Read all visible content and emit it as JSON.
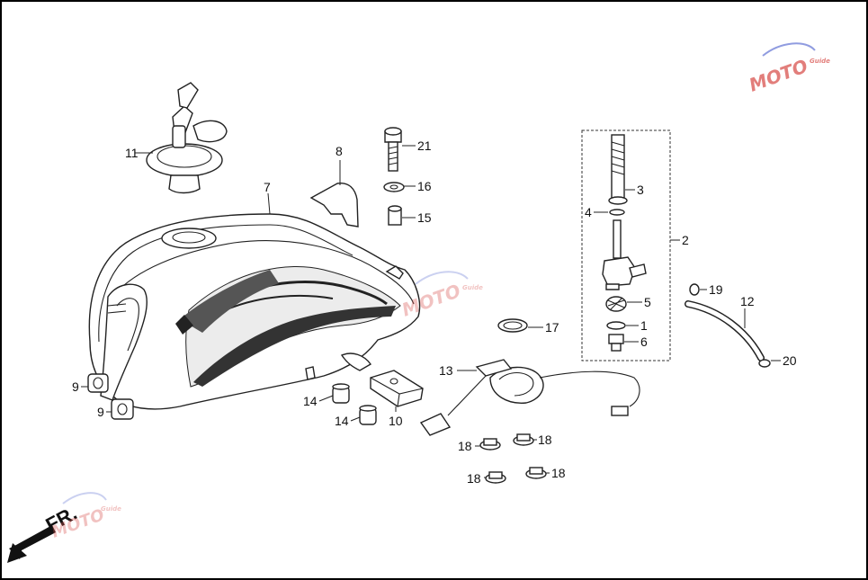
{
  "diagram": {
    "front_indicator": "FR.",
    "watermark": {
      "text": "MOTO",
      "subtext": "Guide"
    },
    "callouts": [
      {
        "id": "c1",
        "label": "1"
      },
      {
        "id": "c2",
        "label": "2"
      },
      {
        "id": "c3",
        "label": "3"
      },
      {
        "id": "c4",
        "label": "4"
      },
      {
        "id": "c5",
        "label": "5"
      },
      {
        "id": "c6",
        "label": "6"
      },
      {
        "id": "c7",
        "label": "7"
      },
      {
        "id": "c8",
        "label": "8"
      },
      {
        "id": "c9a",
        "label": "9"
      },
      {
        "id": "c9b",
        "label": "9"
      },
      {
        "id": "c10",
        "label": "10"
      },
      {
        "id": "c11",
        "label": "11"
      },
      {
        "id": "c12",
        "label": "12"
      },
      {
        "id": "c13",
        "label": "13"
      },
      {
        "id": "c14a",
        "label": "14"
      },
      {
        "id": "c14b",
        "label": "14"
      },
      {
        "id": "c15",
        "label": "15"
      },
      {
        "id": "c16",
        "label": "16"
      },
      {
        "id": "c17",
        "label": "17"
      },
      {
        "id": "c18a",
        "label": "18"
      },
      {
        "id": "c18b",
        "label": "18"
      },
      {
        "id": "c18c",
        "label": "18"
      },
      {
        "id": "c18d",
        "label": "18"
      },
      {
        "id": "c19",
        "label": "19"
      },
      {
        "id": "c20",
        "label": "20"
      },
      {
        "id": "c21",
        "label": "21"
      }
    ]
  }
}
